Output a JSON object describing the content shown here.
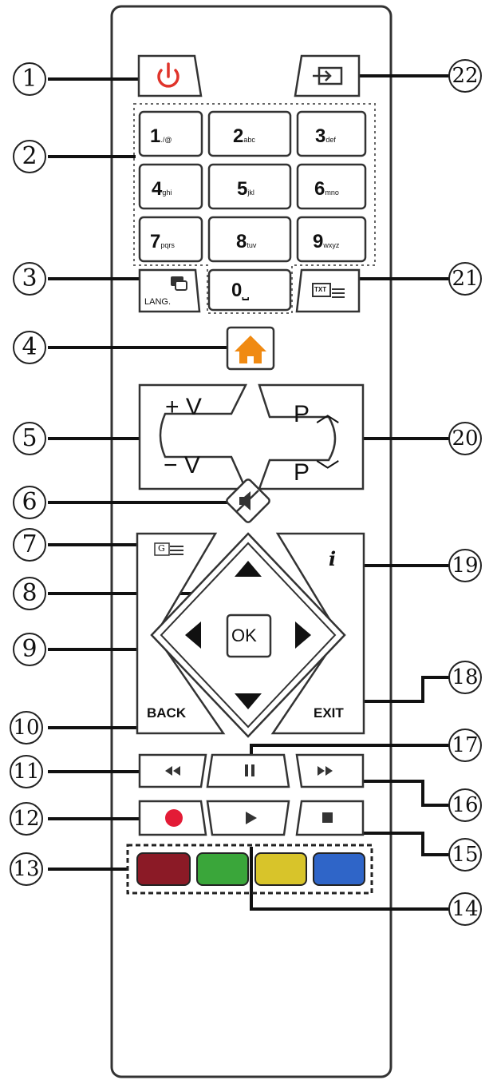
{
  "remote": {
    "number_keys": [
      {
        "digit": "1",
        "letters": "./@"
      },
      {
        "digit": "2",
        "letters": "abc"
      },
      {
        "digit": "3",
        "letters": "def"
      },
      {
        "digit": "4",
        "letters": "ghi"
      },
      {
        "digit": "5",
        "letters": "jkl"
      },
      {
        "digit": "6",
        "letters": "mno"
      },
      {
        "digit": "7",
        "letters": "pqrs"
      },
      {
        "digit": "8",
        "letters": "tuv"
      },
      {
        "digit": "9",
        "letters": "wxyz"
      }
    ],
    "zero_key": {
      "digit": "0",
      "letters": "⎵"
    },
    "lang_label": "LANG.",
    "txt_label": "TXT",
    "volume_up": "+ V",
    "volume_down": "− V",
    "program_up": "P ︿",
    "program_down": "P ﹀",
    "ok_label": "OK",
    "back_label": "BACK",
    "exit_label": "EXIT",
    "info_label": "i",
    "guide_label": "G",
    "color_buttons": {
      "red": "#8b1a26",
      "green": "#3aa63a",
      "yellow": "#d8c42a",
      "blue": "#2f65c8"
    },
    "accent_colors": {
      "power": "#e0342b",
      "home": "#f08a12",
      "record": "#e31b36"
    },
    "icons": [
      "power-icon",
      "source-icon",
      "home-icon",
      "mute-icon",
      "rewind-icon",
      "pause-icon",
      "fast-forward-icon",
      "record-icon",
      "play-icon",
      "stop-icon",
      "subtitle-icon",
      "teletext-icon",
      "guide-icon",
      "info-icon"
    ]
  },
  "callouts": [
    "1",
    "2",
    "3",
    "4",
    "5",
    "6",
    "7",
    "8",
    "9",
    "10",
    "11",
    "12",
    "13",
    "14",
    "15",
    "16",
    "17",
    "18",
    "19",
    "20",
    "21",
    "22"
  ]
}
